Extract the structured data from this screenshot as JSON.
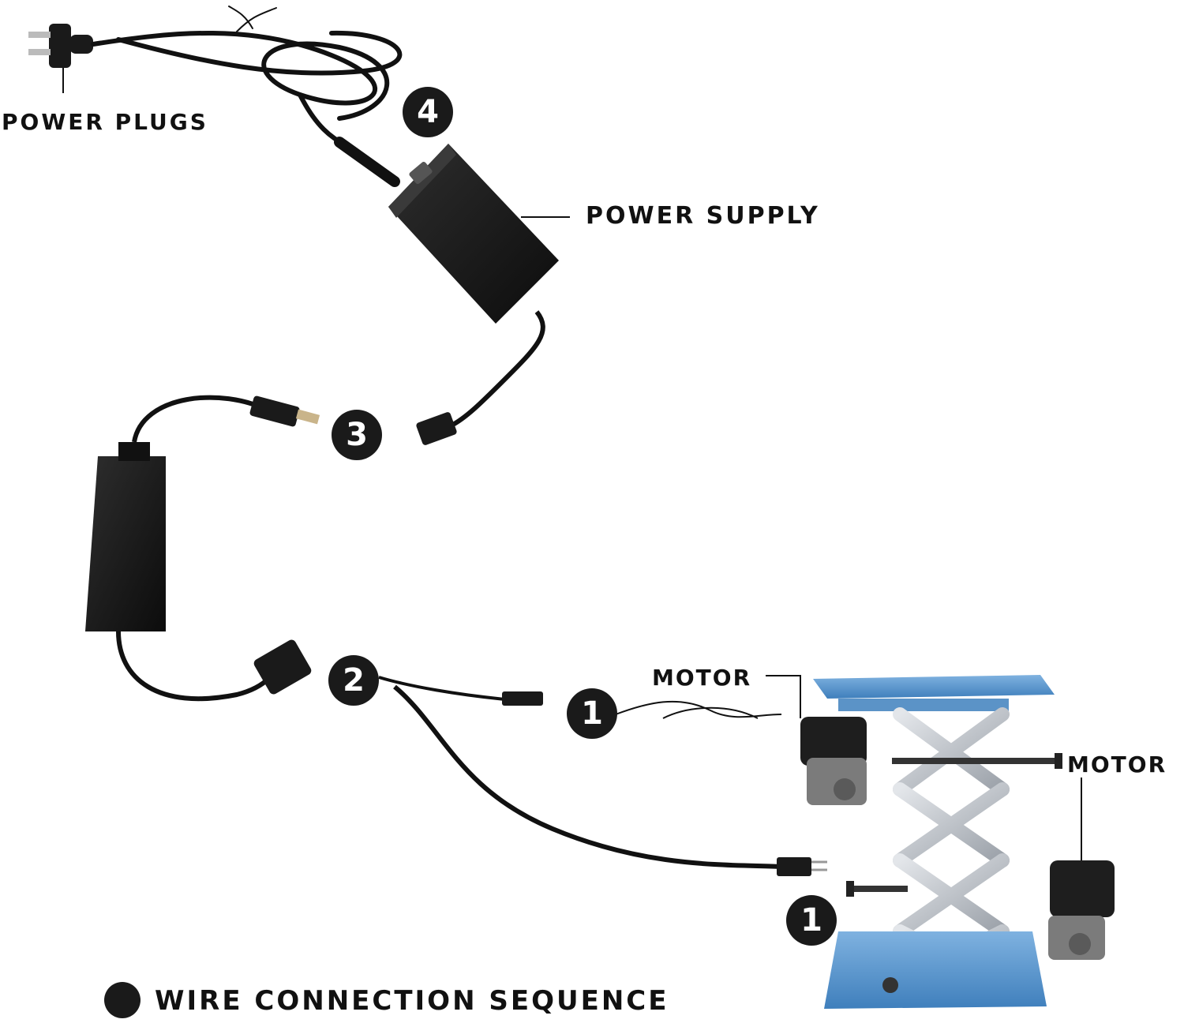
{
  "labels": {
    "power_plugs": "POWER PLUGS",
    "power_supply": "POWER SUPPLY",
    "motor_left": "MOTOR",
    "motor_right": "MOTOR",
    "legend": "WIRE CONNECTION SEQUENCE"
  },
  "steps": {
    "step4": "4",
    "step3": "3",
    "step2": "2",
    "step1_upper": "1",
    "step1_lower": "1"
  },
  "colors": {
    "cable": "#111111",
    "device": "#1c1c1c",
    "platform": "#4d8fc9",
    "scissor": "#b8bcc2",
    "motor": "#2a2a2a"
  }
}
